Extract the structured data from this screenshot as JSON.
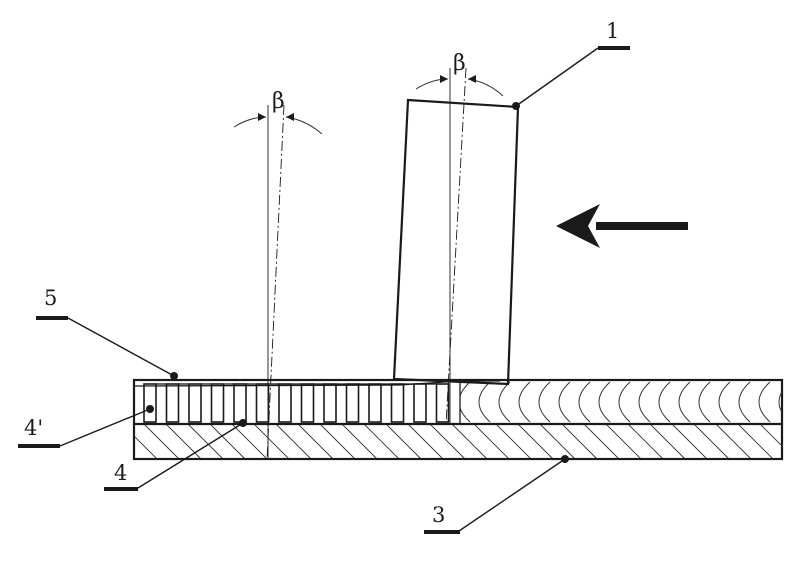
{
  "diagram": {
    "labels": {
      "tool": "1",
      "base_plate": "3",
      "stud_row": "4",
      "stud_end": "4'",
      "cover_layer": "5"
    },
    "angle_symbols": {
      "left": "β",
      "right": "β"
    },
    "colors": {
      "ink": "#1a1a1a",
      "background": "#ffffff"
    },
    "icons": [
      "feed-direction-arrow-icon"
    ]
  }
}
